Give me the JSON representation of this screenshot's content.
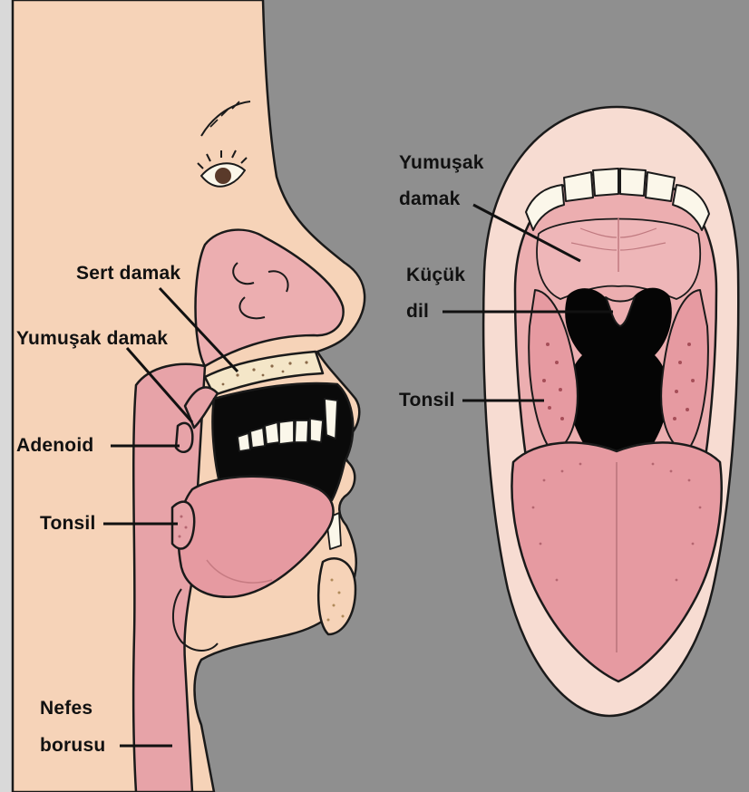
{
  "colors": {
    "background": "#8f8f8f",
    "skin": "#f6d3b8",
    "tissue_pink": "#ecaeb0",
    "tissue_dark": "#de8f95",
    "throat_dark": "#050505",
    "teeth": "#fbf7ea",
    "outline": "#1a1a1a"
  },
  "diagrams": {
    "side_view": {
      "labels": {
        "hard_palate": "Sert damak",
        "soft_palate": "Yumuşak damak",
        "adenoid": "Adenoid",
        "tonsil": "Tonsil",
        "trachea_line1": "Nefes",
        "trachea_line2": "borusu"
      }
    },
    "front_view": {
      "labels": {
        "soft_palate_line1": "Yumuşak",
        "soft_palate_line2": "damak",
        "uvula_line1": "Küçük",
        "uvula_line2": "dil",
        "tonsil": "Tonsil"
      }
    }
  }
}
